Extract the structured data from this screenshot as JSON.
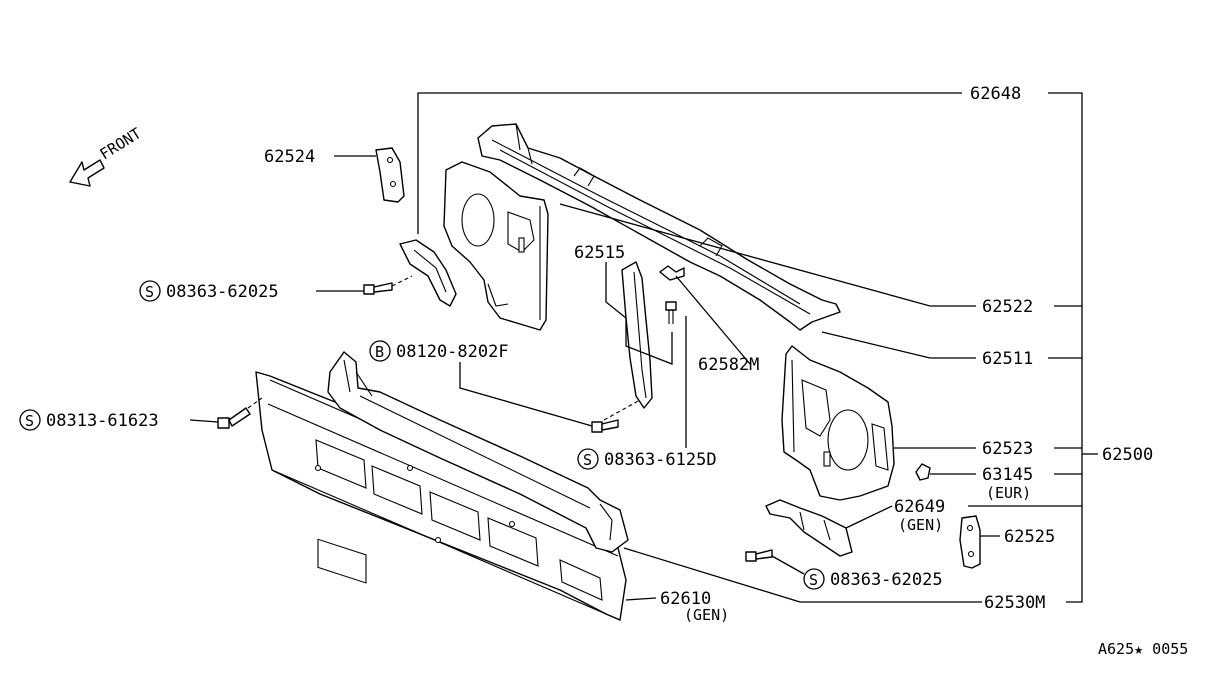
{
  "diagram": {
    "front_label": "FRONT",
    "drawing_code": "A625★ 0055",
    "parts": {
      "p62648": "62648",
      "p62524": "62524",
      "p62515": "62515",
      "p62522": "62522",
      "p62511": "62511",
      "p62582m": "62582M",
      "p62523": "62523",
      "p62500": "62500",
      "p63145": "63145",
      "eur": "(EUR)",
      "p62649": "62649",
      "gen1": "(GEN)",
      "p62525": "62525",
      "p62530m": "62530M",
      "p62610": "62610",
      "gen2": "(GEN)"
    },
    "fasteners": {
      "f1_symbol": "S",
      "f1_code": "08363-62025",
      "f2_symbol": "B",
      "f2_code": "08120-8202F",
      "f3_symbol": "S",
      "f3_code": "08313-61623",
      "f4_symbol": "S",
      "f4_code": "08363-6125D",
      "f5_symbol": "S",
      "f5_code": "08363-62025"
    }
  }
}
